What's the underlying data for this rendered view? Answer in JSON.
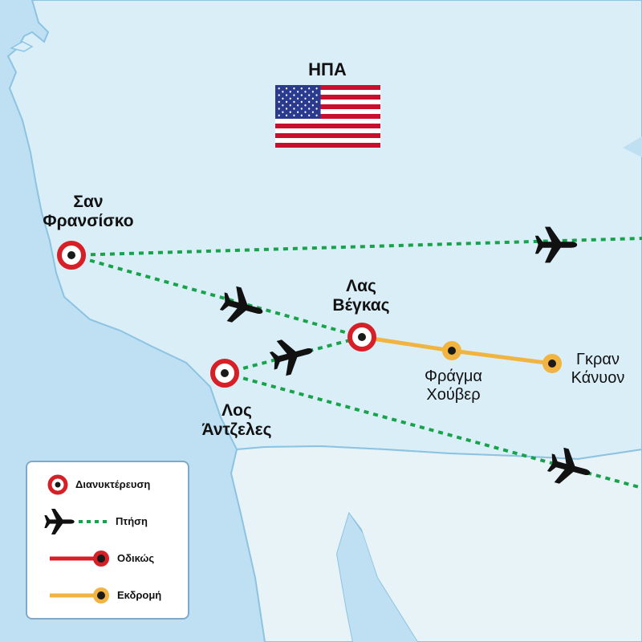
{
  "map": {
    "country": "ΗΠΑ",
    "colors": {
      "sea": "#bfe0f2",
      "land": "#daeef8",
      "neighbor_land": "#e8f3f8",
      "coast_outline": "#8cc3e2",
      "flight": "#16a34a",
      "road": "#d61f26",
      "excursion": "#f2b440",
      "marker_black": "#1a1a1a"
    },
    "cities": {
      "san_francisco": {
        "name_line1": "Σαν",
        "name_line2": "Φρανσίσκο",
        "type": "overnight"
      },
      "las_vegas": {
        "name_line1": "Λας",
        "name_line2": "Βέγκας",
        "type": "overnight"
      },
      "los_angeles": {
        "name_line1": "Λος",
        "name_line2": "Άντζελες",
        "type": "overnight"
      },
      "hoover_dam": {
        "name_line1": "Φράγμα",
        "name_line2": "Χούβερ",
        "type": "excursion"
      },
      "grand_canyon": {
        "name_line1": "Γκραν",
        "name_line2": "Κάνυον",
        "type": "excursion"
      }
    },
    "routes": [
      {
        "from": "san_francisco",
        "to": "offmap-east",
        "type": "flight"
      },
      {
        "from": "san_francisco",
        "to": "las_vegas",
        "type": "flight"
      },
      {
        "from": "los_angeles",
        "to": "las_vegas",
        "type": "flight"
      },
      {
        "from": "los_angeles",
        "to": "offmap-southeast",
        "type": "flight"
      },
      {
        "from": "las_vegas",
        "to": "hoover_dam",
        "type": "excursion"
      },
      {
        "from": "hoover_dam",
        "to": "grand_canyon",
        "type": "excursion"
      }
    ]
  },
  "legend": {
    "items": [
      {
        "icon": "overnight-marker-icon",
        "label": "Διανυκτέρευση"
      },
      {
        "icon": "airplane-icon",
        "label": "Πτήση"
      },
      {
        "icon": "road-marker-icon",
        "label": "Οδικώς"
      },
      {
        "icon": "excursion-marker-icon",
        "label": "Εκδρομή"
      }
    ]
  }
}
